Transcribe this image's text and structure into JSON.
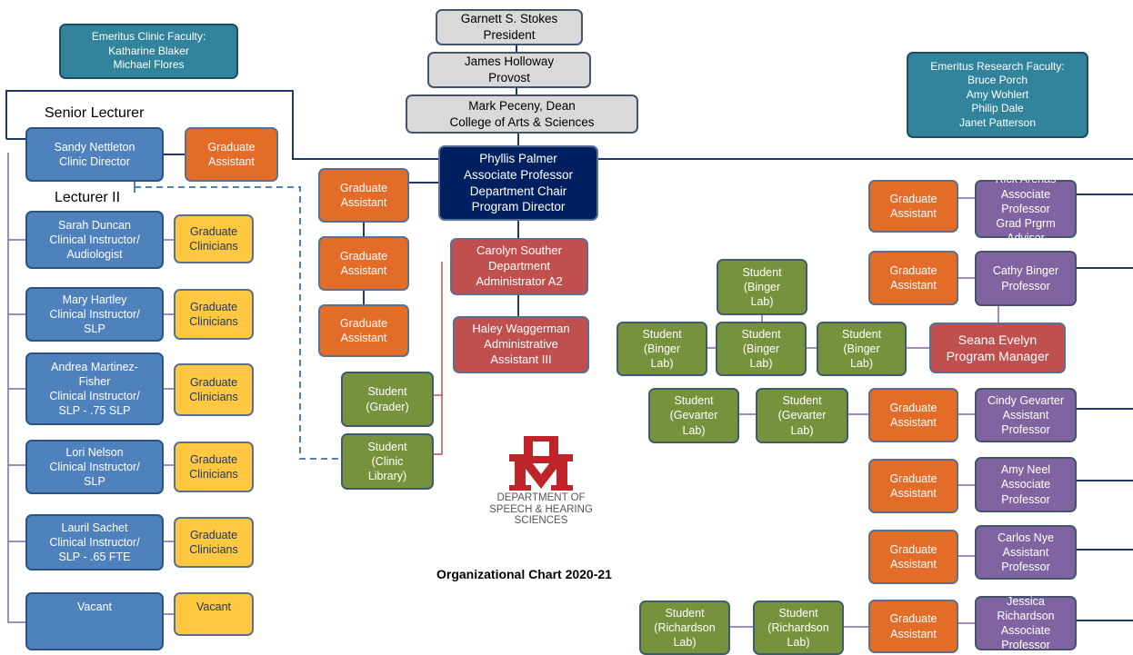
{
  "title": "Organizational Chart 2020-21",
  "department": {
    "line1": "DEPARTMENT OF",
    "line2": "SPEECH & HEARING",
    "line3": "SCIENCES"
  },
  "labels": {
    "senior_lecturer": "Senior Lecturer",
    "lecturer_ii": "Lecturer II"
  },
  "leadership": {
    "president": [
      "Garnett S. Stokes",
      "President"
    ],
    "provost": [
      "James Holloway",
      "Provost"
    ],
    "dean": [
      "Mark Peceny, Dean",
      "College of Arts & Sciences"
    ],
    "chair": [
      "Phyllis Palmer",
      "Associate Professor",
      "Department Chair",
      "Program Director"
    ]
  },
  "emeritus": {
    "clinic": [
      "Emeritus Clinic Faculty:",
      "Katharine Blaker",
      "Michael Flores"
    ],
    "research": [
      "Emeritus Research Faculty:",
      "Bruce Porch",
      "Amy Wohlert",
      "Philip Dale",
      "Janet Patterson"
    ]
  },
  "clinic": {
    "director": [
      "Sandy Nettleton",
      "Clinic Director"
    ],
    "director_ga": [
      "Graduate",
      "Assistant"
    ],
    "lecturers": [
      {
        "name": [
          "Sarah Duncan",
          "Clinical Instructor/",
          "Audiologist"
        ],
        "clinicians": [
          "Graduate",
          "Clinicians"
        ]
      },
      {
        "name": [
          "Mary Hartley",
          "Clinical Instructor/",
          "SLP"
        ],
        "clinicians": [
          "Graduate",
          "Clinicians"
        ]
      },
      {
        "name": [
          "Andrea Martinez-",
          "Fisher",
          "Clinical Instructor/",
          "SLP - .75 SLP"
        ],
        "clinicians": [
          "Graduate",
          "Clinicians"
        ]
      },
      {
        "name": [
          "Lori Nelson",
          "Clinical Instructor/",
          "SLP"
        ],
        "clinicians": [
          "Graduate",
          "Clinicians"
        ]
      },
      {
        "name": [
          "Lauril Sachet",
          "Clinical Instructor/",
          "SLP - .65 FTE"
        ],
        "clinicians": [
          "Graduate",
          "Clinicians"
        ]
      },
      {
        "name": [
          "Vacant"
        ],
        "clinicians": [
          "Vacant"
        ]
      }
    ]
  },
  "chair_gas": [
    [
      "Graduate",
      "Assistant"
    ],
    [
      "Graduate",
      "Assistant"
    ],
    [
      "Graduate",
      "Assistant"
    ]
  ],
  "admin": {
    "administrator": [
      "Carolyn Souther",
      "Department",
      "Administrator A2"
    ],
    "assistant": [
      "Haley Waggerman",
      "Administrative",
      "Assistant III"
    ],
    "student_grader": [
      "Student",
      "(Grader)"
    ],
    "student_library": [
      "Student",
      "(Clinic",
      "Library)"
    ]
  },
  "faculty": {
    "arenas": {
      "name": [
        "Rick Arenas",
        "Associate Professor",
        "Grad Prgrm Advisor"
      ],
      "ga": [
        "Graduate",
        "Assistant"
      ]
    },
    "binger": {
      "name": [
        "Cathy Binger",
        "Professor"
      ],
      "ga": [
        "Graduate",
        "Assistant"
      ]
    },
    "program_manager": [
      "Seana Evelyn",
      "Program Manager"
    ],
    "binger_students": [
      [
        "Student",
        "(Binger",
        "Lab)"
      ],
      [
        "Student",
        "(Binger",
        "Lab)"
      ],
      [
        "Student",
        "(Binger",
        "Lab)"
      ],
      [
        "Student",
        "(Binger",
        "Lab)"
      ]
    ],
    "gevarter": {
      "name": [
        "Cindy Gevarter",
        "Assistant Professor"
      ],
      "ga": [
        "Graduate",
        "Assistant"
      ]
    },
    "gevarter_students": [
      [
        "Student",
        "(Gevarter",
        "Lab)"
      ],
      [
        "Student",
        "(Gevarter",
        "Lab)"
      ]
    ],
    "neel": {
      "name": [
        "Amy Neel",
        "Associate Professor"
      ],
      "ga": [
        "Graduate",
        "Assistant"
      ]
    },
    "nye": {
      "name": [
        "Carlos Nye",
        "Assistant Professor"
      ],
      "ga": [
        "Graduate",
        "Assistant"
      ]
    },
    "richardson": {
      "name": [
        "Jessica Richardson",
        "Associate Professor"
      ],
      "ga": [
        "Graduate",
        "Assistant"
      ]
    },
    "richardson_students": [
      [
        "Student",
        "(Richardson",
        "Lab)"
      ],
      [
        "Student",
        "(Richardson",
        "Lab)"
      ]
    ]
  },
  "colors": {
    "gray": "#d9d9d9",
    "navy": "#002060",
    "teal": "#31849b",
    "blue": "#4f81bd",
    "orange": "#e46c29",
    "yellow": "#ffc840",
    "red": "#c0504d",
    "green": "#76923c",
    "purple": "#8064a2",
    "unm_red": "#c0242b",
    "line": "#1f3864"
  }
}
